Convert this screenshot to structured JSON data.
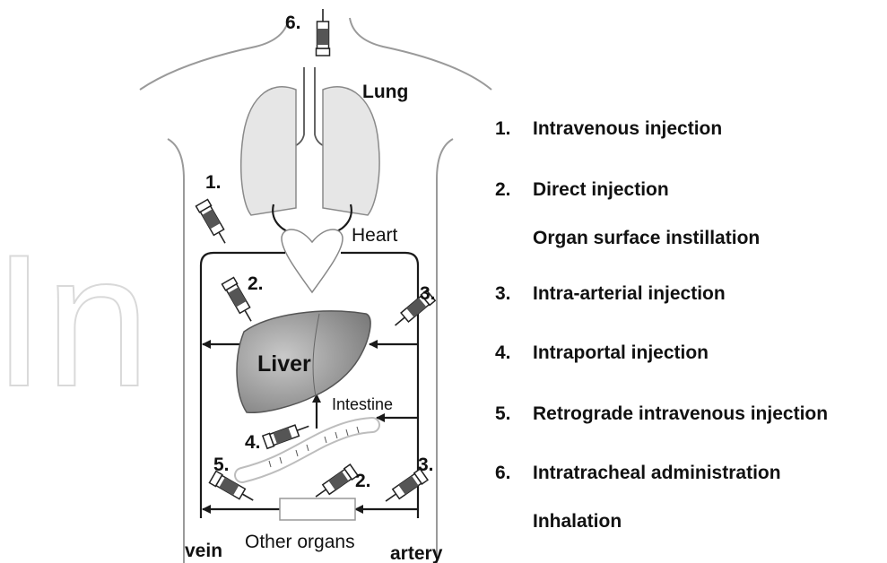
{
  "watermark": "In",
  "labels": {
    "lung": "Lung",
    "heart": "Heart",
    "liver": "Liver",
    "intestine": "Intestine",
    "other_organs": "Other organs",
    "vein": "vein",
    "artery": "artery"
  },
  "site_numbers": {
    "s1": "1.",
    "s2a": "2.",
    "s2b": "2.",
    "s3a": "3.",
    "s3b": "3.",
    "s4": "4.",
    "s5": "5.",
    "s6": "6."
  },
  "legend": [
    {
      "num": "1.",
      "text": "Intravenous injection"
    },
    {
      "num": "2.",
      "text": "Direct injection",
      "cont": "Organ surface instillation"
    },
    {
      "num": "3.",
      "text": "Intra-arterial injection"
    },
    {
      "num": "4.",
      "text": "Intraportal injection"
    },
    {
      "num": "5.",
      "text": "Retrograde intravenous injection"
    },
    {
      "num": "6.",
      "text": "Intratracheal administration",
      "cont": "Inhalation"
    }
  ],
  "colors": {
    "outline": "#1a1a1a",
    "body_line": "#9a9a9a",
    "lung_fill": "#e6e6e6",
    "liver_dark": "#7a7a7a",
    "liver_light": "#c9c9c9",
    "watermark": "#d9d9d9"
  },
  "icons": [
    "syringe-icon",
    "arrow-icon"
  ]
}
